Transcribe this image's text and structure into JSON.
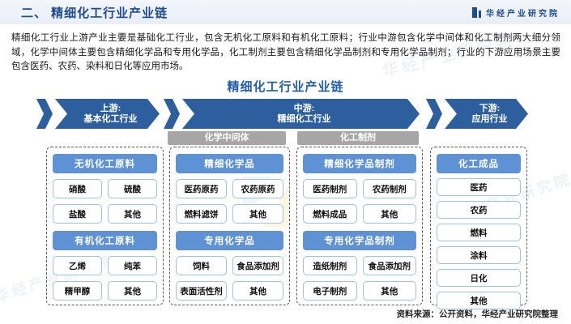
{
  "header": {
    "title": "二、 精细化工行业产业链",
    "brand": "华经产业研究院"
  },
  "intro": "精细化工行业上游产业主要是基础化工行业，包含无机化工原料和有机化工原料；行业中游包含化学中间体和化工制剂两大细分领域，化学中间体主要包含精细化学品和专用化学品，化工制剂主要包含精细化学品制剂和专用化学品制剂；行业的下游应用场景主要包含医药、农药、染料和日化等应用市场。",
  "diagram": {
    "title": "精细化工行业产业链",
    "stages": [
      {
        "line1": "上游:",
        "line2": "基本化工行业"
      },
      {
        "line1": "中游:",
        "line2": "精细化工行业"
      },
      {
        "line1": "下游:",
        "line2": "应用行业"
      }
    ],
    "sub_banners": [
      "化学中间体",
      "化工制剂"
    ],
    "columns": [
      {
        "groups": [
          {
            "header": "无机化工原料",
            "items": [
              "硝酸",
              "硫酸",
              "盐酸",
              "其他"
            ]
          },
          {
            "header": "有机化工原料",
            "items": [
              "乙烯",
              "纯苯",
              "精甲醇",
              "其他"
            ]
          }
        ]
      },
      {
        "groups": [
          {
            "header": "精细化学品",
            "items": [
              "医药原药",
              "农药原药",
              "燃料滤饼",
              "其他"
            ]
          },
          {
            "header": "专用化学品",
            "items": [
              "饲料",
              "食品添加剂",
              "表面活性剂",
              "其他"
            ]
          }
        ]
      },
      {
        "groups": [
          {
            "header": "精细化学品制剂",
            "items": [
              "医药制剂",
              "农药制剂",
              "燃料成品",
              "其他"
            ]
          },
          {
            "header": "专用化学品制剂",
            "items": [
              "造纸制剂",
              "食品添加剂",
              "电子制剂",
              "其他"
            ]
          }
        ]
      },
      {
        "groups": [
          {
            "header": "化工成品",
            "items": [
              "医药",
              "农药",
              "燃料",
              "涂料",
              "日化",
              "其他"
            ]
          }
        ]
      }
    ]
  },
  "footer": {
    "source": "资料来源：公开资料，华经产业研究院整理"
  },
  "watermark": "华经产业研究院",
  "colors": {
    "arrow_blue": "#2d5f9e",
    "group_header_blue": "#5e92d4",
    "item_border_blue": "#9cc2e5",
    "sub_banner_gray": "#a6a6a6",
    "title_blue": "#1e4c8f",
    "diagram_title_blue": "#215fae"
  }
}
